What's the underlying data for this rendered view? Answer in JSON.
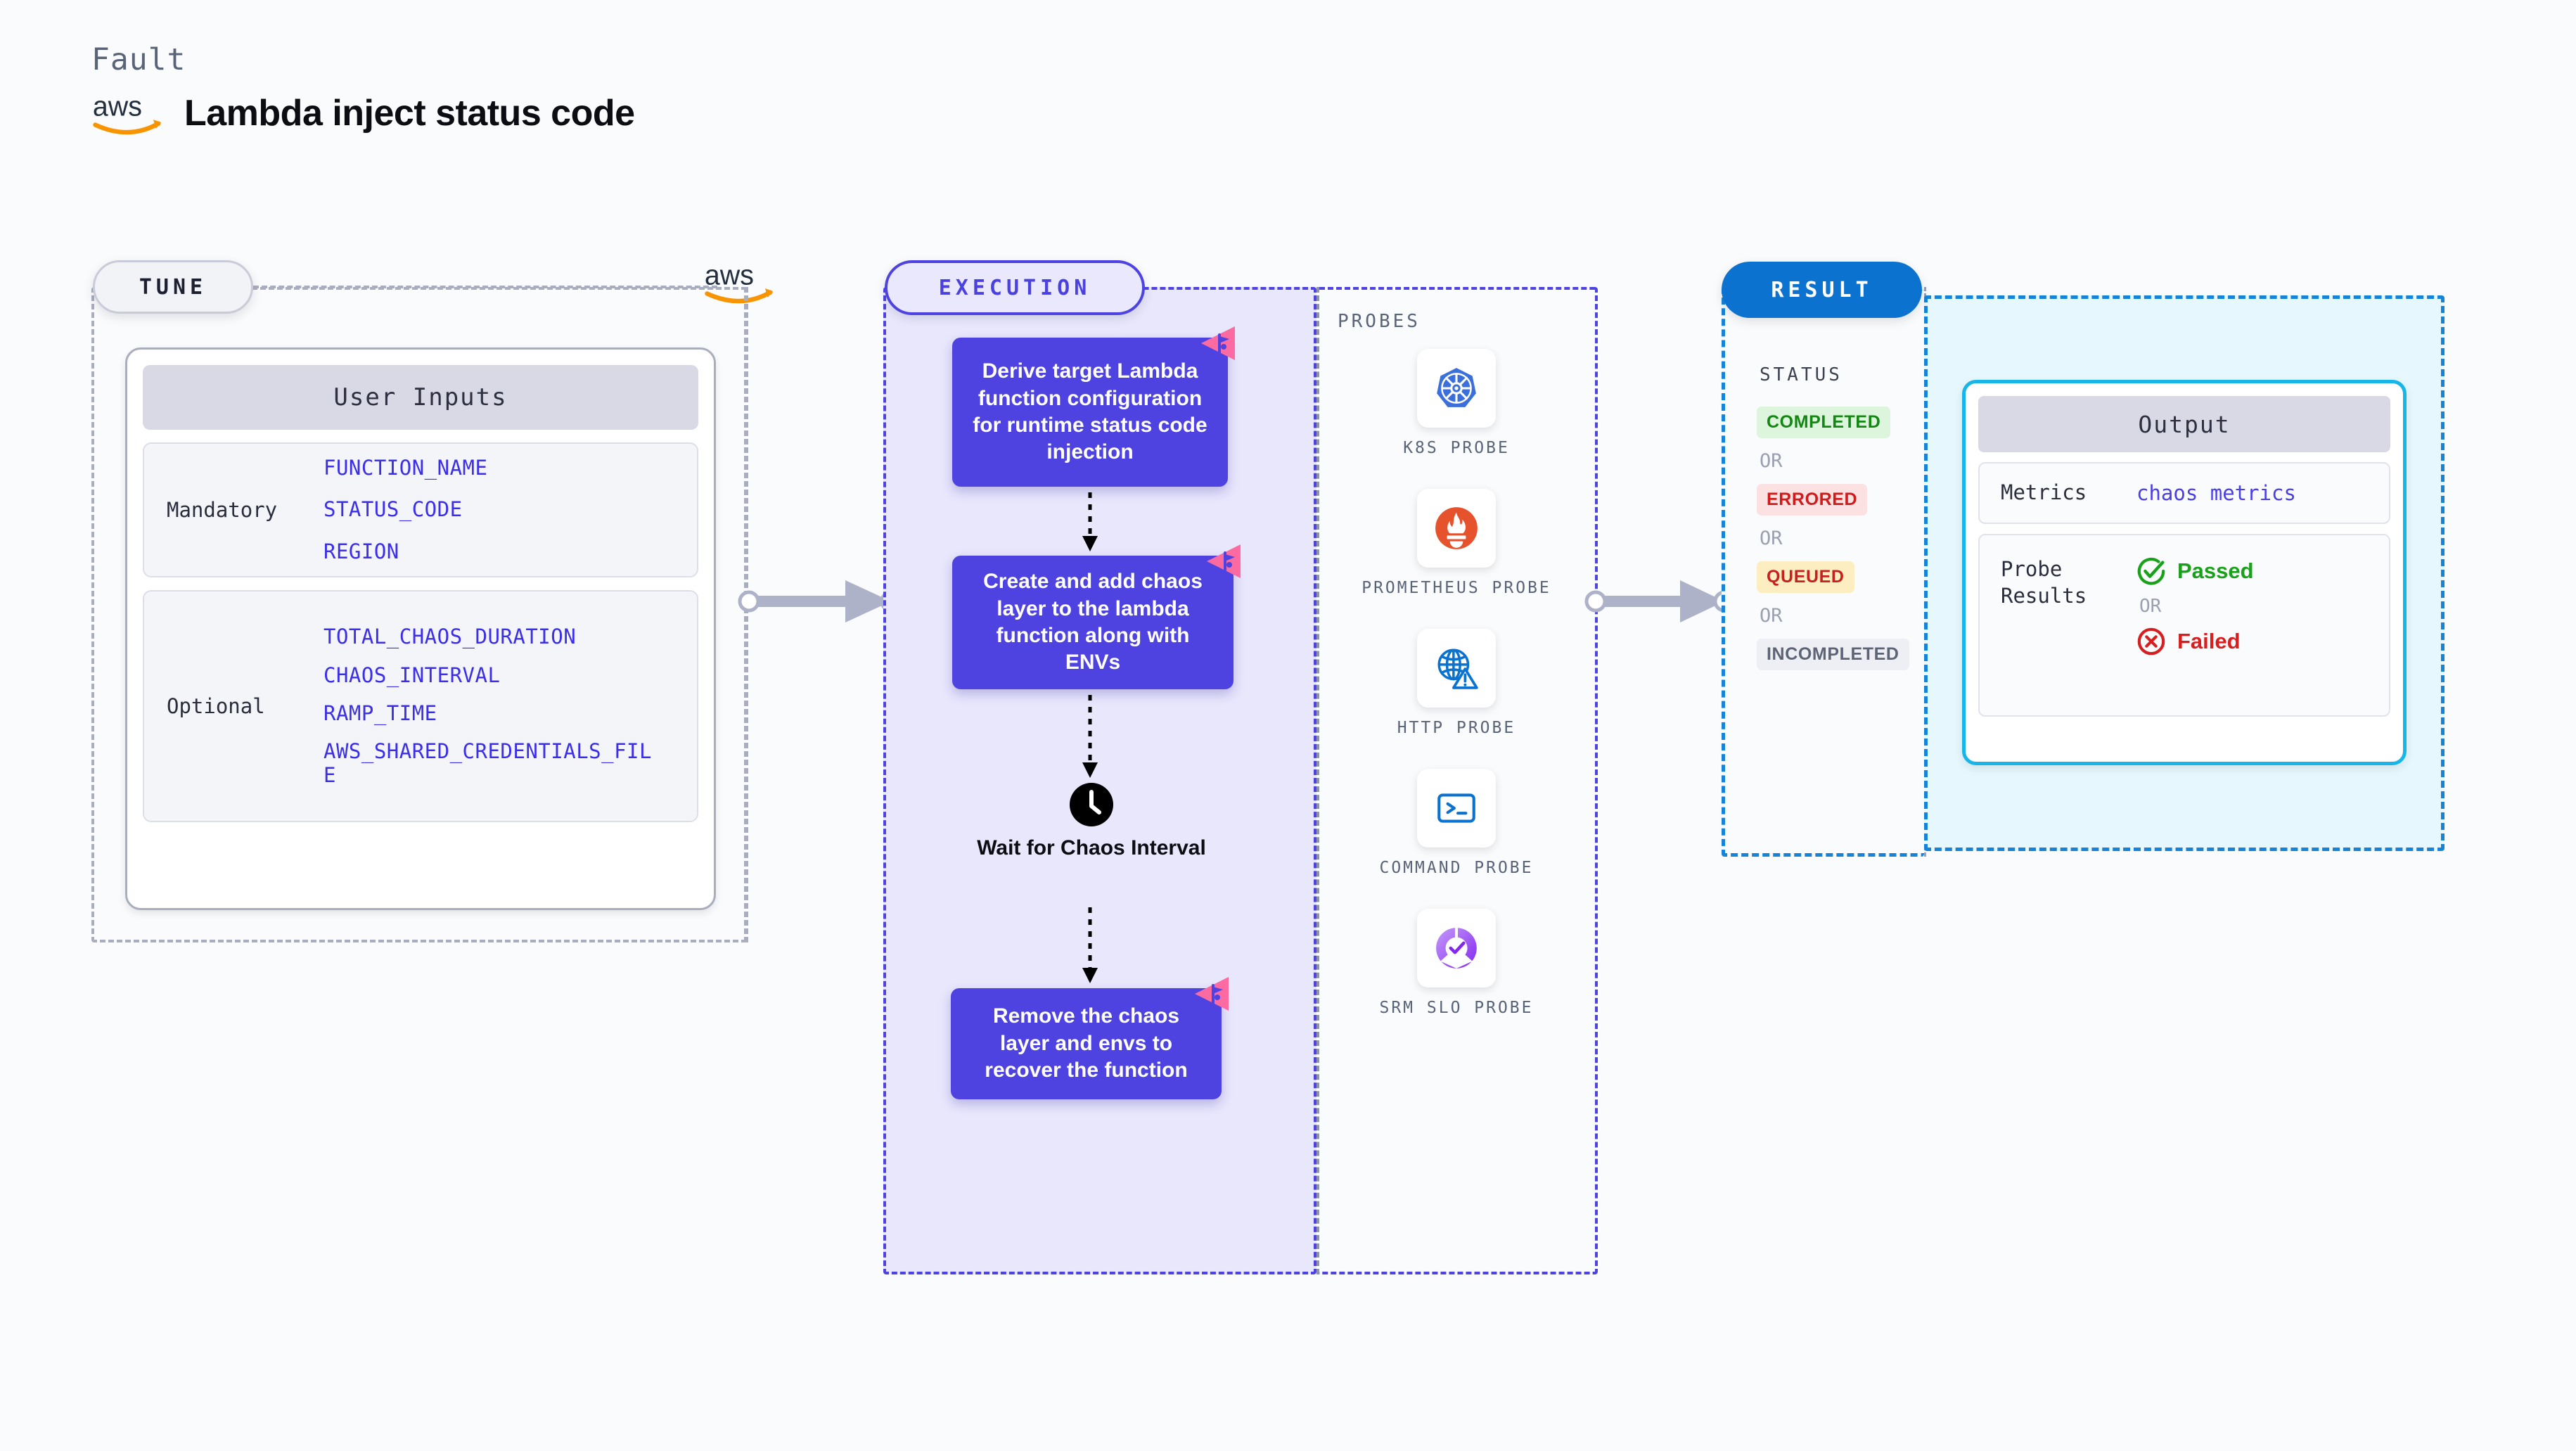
{
  "header": {
    "kind_label": "Fault",
    "title": "Lambda inject status code",
    "logo": "aws-logo"
  },
  "tune": {
    "pill_label": "TUNE",
    "side_logo": "aws-logo",
    "card_title": "User Inputs",
    "groups": [
      {
        "label": "Mandatory",
        "vars": [
          "FUNCTION_NAME",
          "STATUS_CODE",
          "REGION"
        ]
      },
      {
        "label": "Optional",
        "vars": [
          "TOTAL_CHAOS_DURATION",
          "CHAOS_INTERVAL",
          "RAMP_TIME",
          "AWS_SHARED_CREDENTIALS_FILE"
        ]
      }
    ]
  },
  "execution": {
    "pill_label": "EXECUTION",
    "steps": [
      {
        "text": "Derive target Lambda function configuration for runtime status code injection",
        "badge": "chaos-flag-icon"
      },
      {
        "text": "Create and add chaos layer to the lambda function along with ENVs",
        "badge": "chaos-flag-icon"
      }
    ],
    "wait": {
      "icon": "clock-icon",
      "label": "Wait for Chaos Interval"
    },
    "final_step": {
      "text": "Remove the chaos layer and envs to recover the function",
      "badge": "chaos-flag-icon"
    }
  },
  "probes": {
    "title": "PROBES",
    "items": [
      {
        "label": "K8S PROBE",
        "icon": "kubernetes-icon"
      },
      {
        "label": "PROMETHEUS PROBE",
        "icon": "prometheus-icon"
      },
      {
        "label": "HTTP PROBE",
        "icon": "globe-warning-icon"
      },
      {
        "label": "COMMAND PROBE",
        "icon": "terminal-icon"
      },
      {
        "label": "SRM SLO PROBE",
        "icon": "srm-slo-icon"
      }
    ]
  },
  "result": {
    "pill_label": "RESULT",
    "status_title": "STATUS",
    "or_label": "OR",
    "statuses": [
      {
        "label": "COMPLETED",
        "style": "completed"
      },
      {
        "label": "ERRORED",
        "style": "errored"
      },
      {
        "label": "QUEUED",
        "style": "queued"
      },
      {
        "label": "INCOMPLETED",
        "style": "incompleted"
      }
    ]
  },
  "output": {
    "title": "Output",
    "metrics_label": "Metrics",
    "metrics_value": "chaos metrics",
    "probe_results_label": "Probe Results",
    "passed_label": "Passed",
    "failed_label": "Failed",
    "or_label": "OR"
  },
  "colors": {
    "accent_purple": "#4e43e0",
    "accent_blue": "#0b72cf",
    "accent_cyan": "#18b6e8",
    "flag_pink": "#fb6aa0",
    "aws_orange": "#f79400",
    "var_blue": "#3c2fe8",
    "page_background": "#fafbfc"
  }
}
